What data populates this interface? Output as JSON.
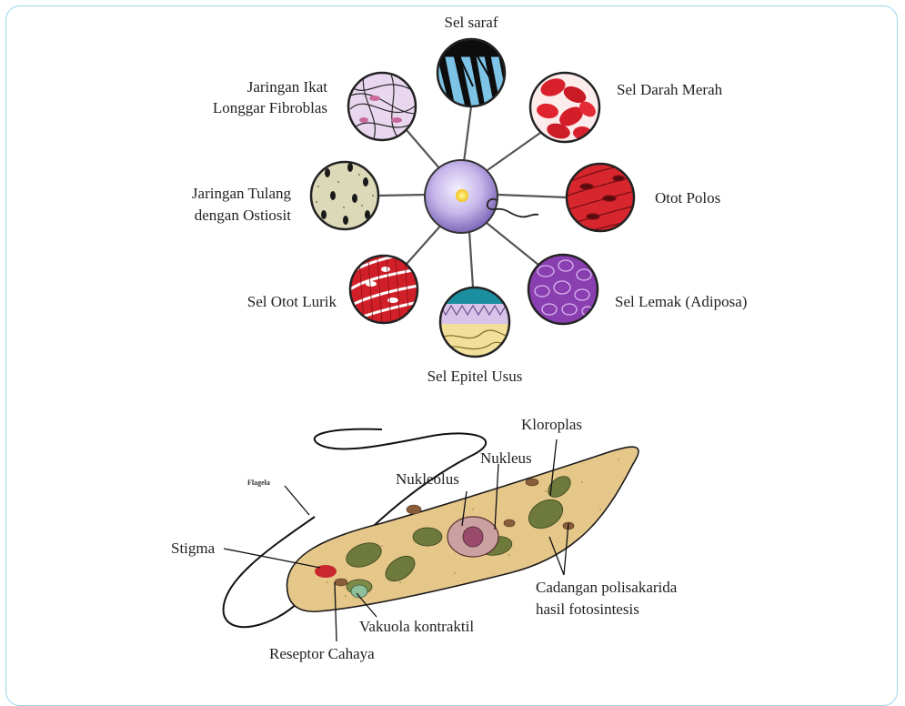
{
  "cell_diagram": {
    "labels": {
      "nerve": "Sel saraf",
      "red_blood": "Sel Darah Merah",
      "smooth_muscle": "Otot Polos",
      "fat": "Sel Lemak (Adiposa)",
      "epithelial": "Sel Epitel Usus",
      "striated_muscle": "Sel Otot Lurik",
      "bone_line1": "Jaringan Tulang",
      "bone_line2": "dengan Ostiosit",
      "connective_line1": "Jaringan Ikat",
      "connective_line2": "Longgar Fibroblas"
    },
    "colors": {
      "stem_cell": "#b9a6e0",
      "nerve_bg": "#7cc3e6",
      "red_blood_bg": "#fdecec",
      "red_blood_cells": "#d8202c",
      "smooth_muscle": "#d8262e",
      "fat": "#8a3fb0",
      "epithelial_top": "#d7c4e8",
      "epithelial_bottom": "#f2df9a",
      "striated": "#d01f28",
      "bone": "#dcd9b8",
      "connective": "#e9d7ef"
    }
  },
  "euglena": {
    "labels": {
      "flagella": "Flagela",
      "stigma": "Stigma",
      "nucleolus": "Nukleolus",
      "nucleus": "Nukleus",
      "chloroplast": "Kloroplas",
      "reserve_line1": "Cadangan polisakarida",
      "reserve_line2": "hasil fotosintesis",
      "vacuole": "Vakuola kontraktil",
      "photoreceptor": "Reseptor Cahaya"
    },
    "colors": {
      "body": "#e6c78a",
      "chloroplast": "#6d7a3c",
      "stigma": "#c8282e"
    }
  }
}
